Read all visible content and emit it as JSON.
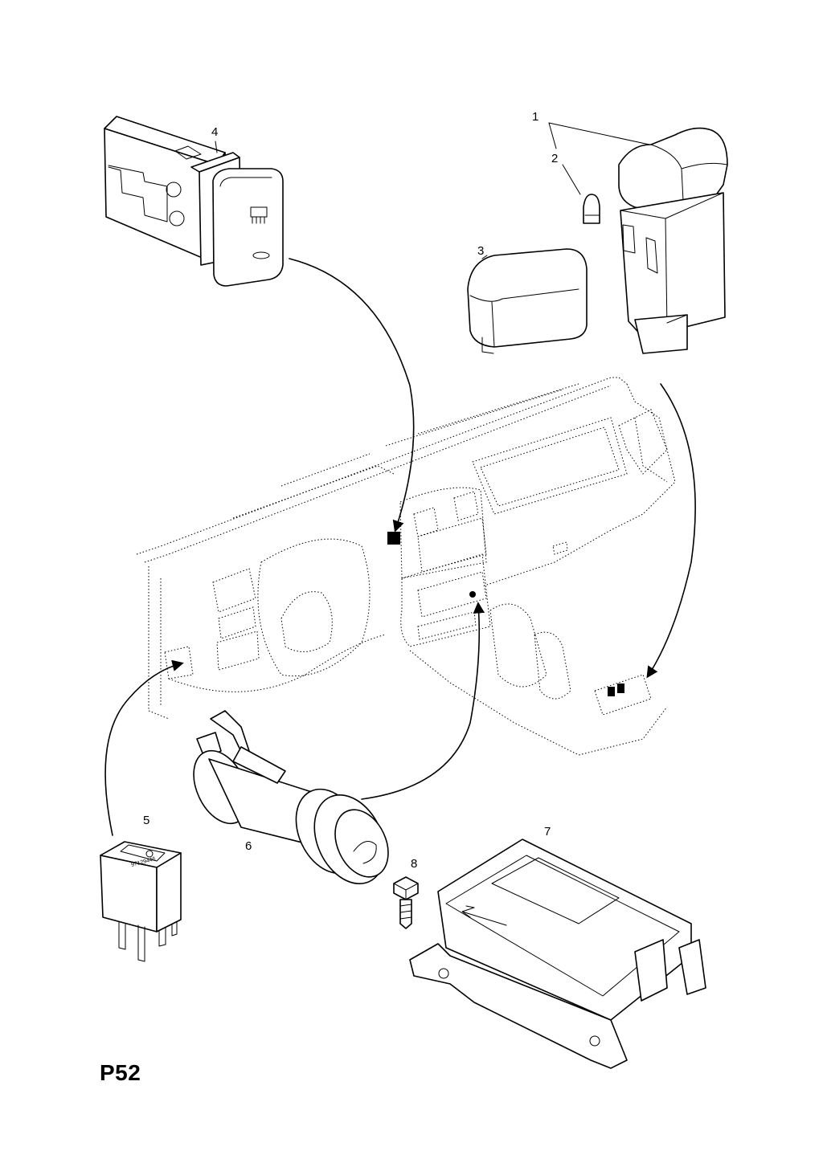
{
  "page_id": "P52",
  "callouts": {
    "c1": "1",
    "c2": "2",
    "c3": "3",
    "c4": "4",
    "c5": "5",
    "c6": "6",
    "c7": "7",
    "c8": "8"
  },
  "relay_marking": "97129446"
}
